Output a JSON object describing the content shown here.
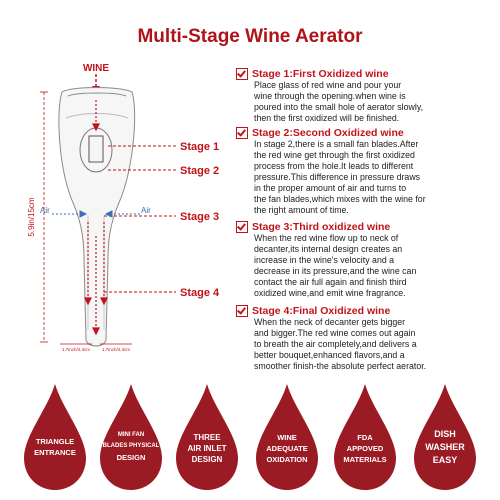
{
  "title": "Multi-Stage Wine Aerator",
  "diagram": {
    "wine_label": "WINE",
    "stage_labels": [
      "Stage 1",
      "Stage 2",
      "Stage 3",
      "Stage 4"
    ],
    "air_left": "Air",
    "air_right": "Air",
    "height_label": "5.9in/15cm",
    "width_left": "1.7inch/4.3cm",
    "width_right": "1.7inch/4.3cm"
  },
  "stages": [
    {
      "heading": "Stage 1:First Oxidized wine",
      "body": "Place glass of red wine and pour your\nwine through the opening.when wine is\npoured into the small hole of aerator slowly,\nthen the first oxidized will be finished."
    },
    {
      "heading": "Stage 2:Second Oxidized wine",
      "body": "In stage 2,there is a small fan blades.After\nthe red wine get through the first oxidized\nprocess from the hole.It leads to different\npressure.This difference in pressure draws\nin the proper amount of air and turns to\nthe fan blades,which mixes with the wine for\nthe right amount of time."
    },
    {
      "heading": "Stage 3:Third oxidized wine",
      "body": "When the red wine flow up to neck of\ndecanter,its internal design creates an\nincrease in the wine's velocity and a\ndecrease in its pressure,and the wine can\ncontact the air full again and finish third\noxidized wine,and emit wine fragrance."
    },
    {
      "heading": "Stage 4:Final Oxidized wine",
      "body": "When the neck of decanter gets bigger\nand bigger.The red wine comes out again\nto breath the air completely,and delivers a\nbetter bouquet,enhanced flavors,and a\nsmoother finish-the absolute perfect aerator."
    }
  ],
  "features": [
    {
      "lines": [
        "TRIANGLE",
        "ENTRANCE"
      ]
    },
    {
      "lines": [
        "MINI FAN",
        "BLADES PHYSICAL",
        "DESIGN"
      ]
    },
    {
      "lines": [
        "THREE",
        "AIR INLET",
        "DESIGN"
      ]
    },
    {
      "lines": [
        "WINE",
        "ADEQUATE",
        "OXIDATION"
      ]
    },
    {
      "lines": [
        "FDA",
        "APPOVED",
        "MATERIALS"
      ]
    },
    {
      "lines": [
        "DISH",
        "WASHER",
        "EASY"
      ]
    }
  ],
  "colors": {
    "accent": "#b0141a",
    "drop": "#9b1b24",
    "drop_dark": "#7e1119"
  }
}
